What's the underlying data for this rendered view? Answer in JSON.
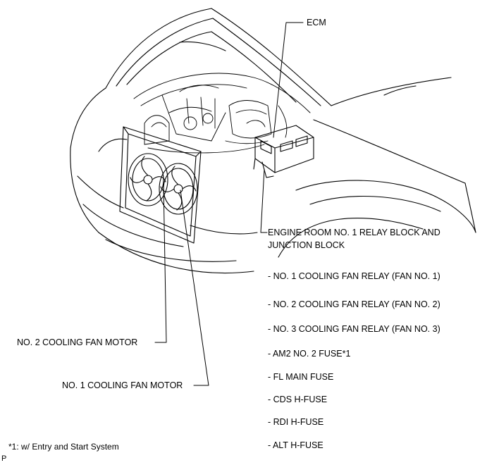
{
  "labels": {
    "ecm": "ECM",
    "relay_block_line1": "ENGINE ROOM NO. 1 RELAY BLOCK AND",
    "relay_block_line2": "JUNCTION BLOCK",
    "fan_motor_2": "NO. 2 COOLING FAN MOTOR",
    "fan_motor_1": "NO. 1 COOLING FAN MOTOR",
    "footnote": "*1: w/ Entry and Start System",
    "corner_mark": "P"
  },
  "components": [
    "- NO. 1 COOLING FAN RELAY (FAN NO. 1)",
    "- NO. 2 COOLING FAN RELAY (FAN NO. 2)",
    "- NO. 3 COOLING FAN RELAY (FAN NO. 3)",
    "- AM2 NO. 2 FUSE*1",
    "- FL MAIN FUSE",
    "- CDS H-FUSE",
    "- RDI H-FUSE",
    "- ALT H-FUSE"
  ]
}
